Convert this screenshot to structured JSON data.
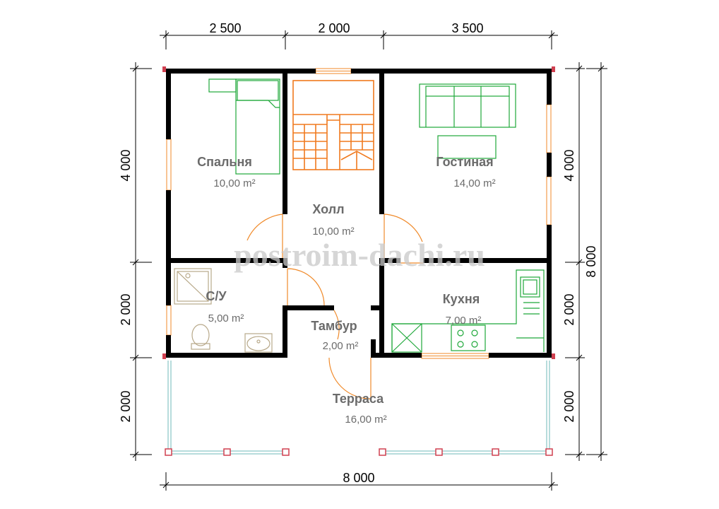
{
  "plan": {
    "watermark": "postroim-dachi.ru",
    "dimensions": {
      "top": [
        "2 500",
        "2 000",
        "3 500"
      ],
      "bottom": "8 000",
      "left": [
        "4 000",
        "2 000",
        "2 000"
      ],
      "right_inner": [
        "4 000",
        "2 000",
        "2 000"
      ],
      "right_outer": "8 000"
    },
    "rooms": [
      {
        "name": "Спальня",
        "area": "10,00 m²"
      },
      {
        "name": "Холл",
        "area": "10,00 m²"
      },
      {
        "name": "Гостиная",
        "area": "14,00 m²"
      },
      {
        "name": "С/У",
        "area": "5,00 m²"
      },
      {
        "name": "Тамбур",
        "area": "2,00 m²"
      },
      {
        "name": "Кухня",
        "area": "7,00 m²"
      },
      {
        "name": "Терраса",
        "area": "16,00 m²"
      }
    ],
    "colors": {
      "wall": "#000000",
      "door": "#f08a2a",
      "stair": "#f07a1e",
      "furniture_green": "#1fa83a",
      "sanitary": "#b8a98a",
      "terrace_rail": "#9fd0d0",
      "post": "#d04050",
      "dimension": "#000000"
    }
  }
}
